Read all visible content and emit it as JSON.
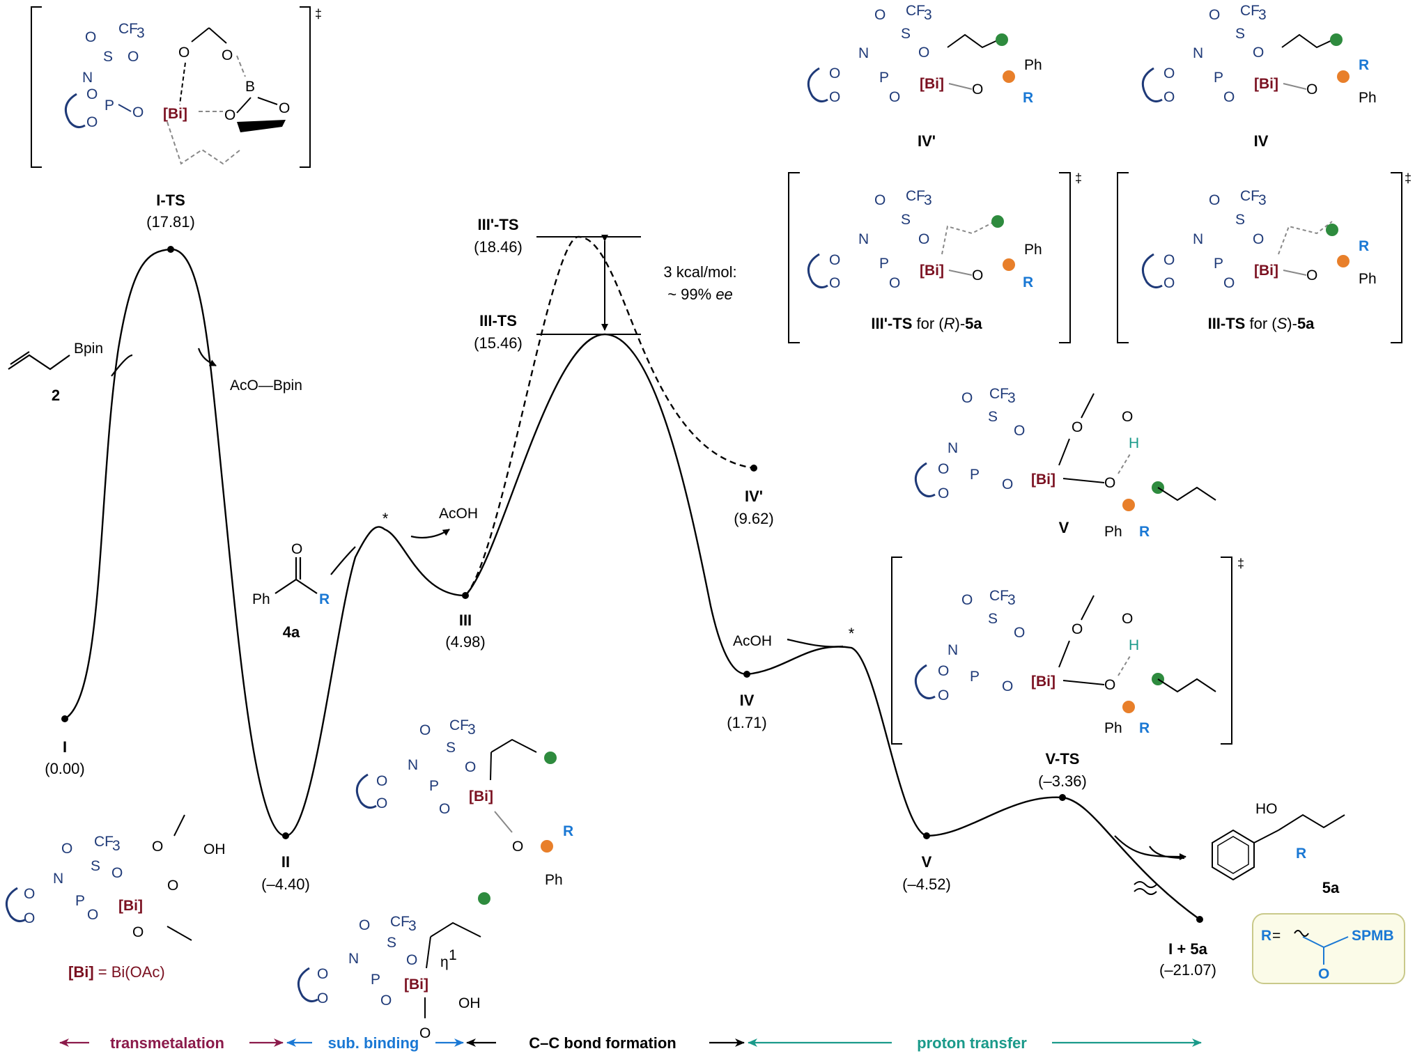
{
  "species": {
    "I": {
      "name": "I",
      "energy": "(0.00)"
    },
    "ITS": {
      "name": "I-TS",
      "energy": "(17.81)"
    },
    "II": {
      "name": "II",
      "energy": "(–4.40)"
    },
    "III": {
      "name": "III",
      "energy": "(4.98)"
    },
    "IIITS": {
      "name": "III-TS",
      "energy": "(15.46)"
    },
    "IIIpTS": {
      "name": "III'-TS",
      "energy": "(18.46)"
    },
    "IVp": {
      "name": "IV'",
      "energy": "(9.62)"
    },
    "IV": {
      "name": "IV",
      "energy": "(1.71)"
    },
    "V": {
      "name": "V",
      "energy": "(–4.52)"
    },
    "VTS": {
      "name": "V-TS",
      "energy": "(–3.36)"
    },
    "I5a": {
      "name": "I + 5a",
      "energy": "(–21.07)"
    }
  },
  "reagents": {
    "allyl_bpin": "Bpin",
    "allyl_bpin_id": "2",
    "acobpin": "AcO—Bpin",
    "ketone_id": "4a",
    "acoh_top": "AcOH",
    "acoh_mid": "AcOH",
    "product_id": "5a",
    "ph": "Ph",
    "r": "R",
    "star": "*"
  },
  "selectivity_note": {
    "line1": "3 kcal/mol:",
    "line2": "~ 99% ",
    "ee": "ee"
  },
  "struct_labels": {
    "ivp": "IV'",
    "iv": "IV",
    "iiip_ts": "III'-TS",
    "iiip_for": " for (",
    "iiip_cfg": "R",
    "iiip_end": ")-",
    "iii_ts": "III-TS",
    "iii_for": " for (",
    "iii_cfg": "S",
    "iii_end": ")-",
    "fivea": "5a",
    "v": "V",
    "eta": "η",
    "eta_sup": "1"
  },
  "definitions": {
    "bi_def_lhs": "[Bi]",
    "bi_def_rhs": " = Bi(OAc)",
    "r_def_lhs": "R",
    "r_def_eq": " =",
    "r_def_group": "SPMB",
    "r_def_o": "O"
  },
  "atoms": {
    "cf3": "CF",
    "cf3_sub": "3",
    "s": "S",
    "n": "N",
    "p": "P",
    "o": "O",
    "b": "B",
    "bi": "[Bi]",
    "h": "H",
    "oh": "OH",
    "ho": "HO",
    "dagger": "‡"
  },
  "phases": [
    {
      "label": "transmetalation",
      "color": "#8b1a4a"
    },
    {
      "label": "sub. binding",
      "color": "#1a78d4"
    },
    {
      "label": "C–C bond formation",
      "color": "#000000"
    },
    {
      "label": "proton transfer",
      "color": "#1a9a8a"
    }
  ],
  "colors": {
    "bi": "#7a1020",
    "ligand": "#1f3a78",
    "r_group": "#1a78d4",
    "h_transfer": "#1a9a8a",
    "stereocenter": "#e87f2a",
    "allyl_terminus": "#2e8b3e",
    "r_box_bg": "#fbfbe8",
    "r_box_border": "#c9c98a"
  }
}
